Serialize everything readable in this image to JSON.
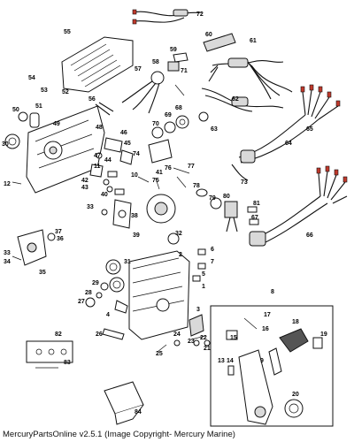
{
  "caption": "MercuryPartsOnline v2.5.1 (Image Copyright- Mercury Marine)",
  "part_numbers": [
    "72",
    "55",
    "60",
    "59",
    "61",
    "54",
    "53",
    "52",
    "58",
    "71",
    "57",
    "56",
    "62",
    "63",
    "50",
    "51",
    "49",
    "70",
    "69",
    "68",
    "48",
    "46",
    "45",
    "30",
    "65",
    "64",
    "44",
    "74",
    "76",
    "77",
    "47",
    "11",
    "41",
    "73",
    "42",
    "43",
    "40",
    "10",
    "75",
    "12",
    "78",
    "80",
    "33",
    "39",
    "81",
    "79",
    "67",
    "37",
    "32",
    "66",
    "33",
    "36",
    "34",
    "35",
    "6",
    "7",
    "31",
    "5",
    "29",
    "4",
    "2",
    "28",
    "27",
    "1",
    "3",
    "26",
    "24",
    "21",
    "23",
    "22",
    "25",
    "8",
    "17",
    "18",
    "16",
    "19",
    "15",
    "82",
    "9",
    "14",
    "13",
    "83",
    "20",
    "84",
    "38"
  ]
}
